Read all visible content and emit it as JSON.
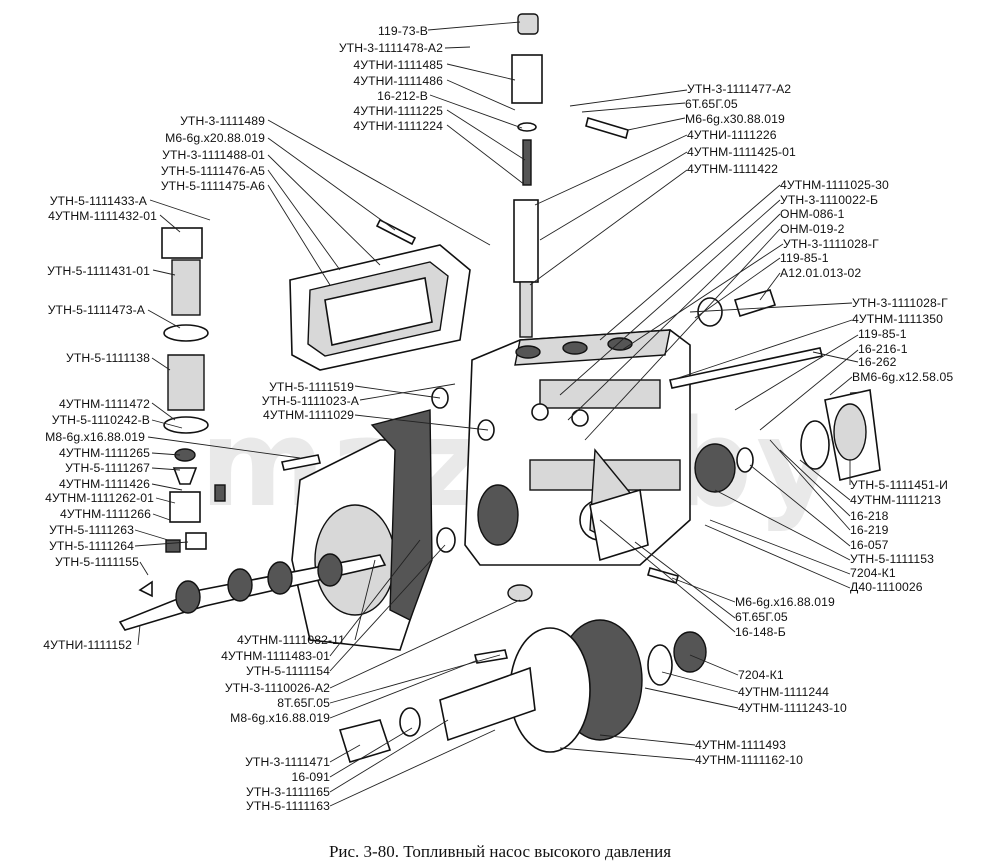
{
  "caption": "Рис. 3-80. Топливный насос высокого давления",
  "watermark": "mazik.by",
  "labels_left": [
    "119-73-В",
    "УТН-3-1111478-А2",
    "4УТНИ-1111485",
    "4УТНИ-1111486",
    "16-212-В",
    "4УТНИ-1111225",
    "4УТНИ-1111224",
    "УТН-3-1111489",
    "М6-6g.х20.88.019",
    "УТН-3-1111488-01",
    "УТН-5-1111476-А5",
    "УТН-5-1111475-А6",
    "УТН-5-1111433-А",
    "4УТНМ-1111432-01",
    "УТН-5-1111431-01",
    "УТН-5-1111473-А",
    "УТН-5-1111138",
    "4УТНМ-1111472",
    "УТН-5-1110242-В",
    "М8-6g.х16.88.019",
    "4УТНМ-1111265",
    "УТН-5-1111267",
    "4УТНМ-1111426",
    "4УТНМ-1111262-01",
    "4УТНМ-1111266",
    "УТН-5-1111263",
    "УТН-5-1111264",
    "УТН-5-1111155",
    "4УТНИ-1111152",
    "УТН-5-1111519",
    "УТН-5-1111023-А",
    "4УТНМ-1111029"
  ],
  "labels_right": [
    "УТН-3-1111477-А2",
    "6Т.65Г.05",
    "М6-6g.х30.88.019",
    "4УТНИ-1111226",
    "4УТНМ-1111425-01",
    "4УТНМ-1111422",
    "4УТНМ-1111025-30",
    "УТН-3-1110022-Б",
    "ОНМ-086-1",
    "ОНМ-019-2",
    "УТН-3-1111028-Г",
    "119-85-1",
    "А12.01.013-02",
    "УТН-3-1111028-Г",
    "4УТНМ-1111350",
    "119-85-1",
    "16-216-1",
    "16-262",
    "ВМ6-6g.х12.58.05",
    "УТН-5-1111451-И",
    "4УТНМ-1111213",
    "16-218",
    "16-219",
    "16-057",
    "УТН-5-1111153",
    "7204-К1",
    "Д40-1110026",
    "М6-6g.х16.88.019",
    "6Т.65Г.05",
    "16-148-Б"
  ],
  "labels_bottom": [
    "4УТНМ-1111082-11",
    "4УТНМ-1111483-01",
    "УТН-5-1111154",
    "УТН-3-1110026-А2",
    "8Т.65Г.05",
    "М8-6g.х16.88.019",
    "7204-К1",
    "4УТНМ-1111244",
    "4УТНМ-1111243-10",
    "4УТНМ-1111493",
    "4УТНМ-1111162-10",
    "УТН-3-1111471",
    "16-091",
    "УТН-3-1111165",
    "УТН-5-1111163"
  ]
}
